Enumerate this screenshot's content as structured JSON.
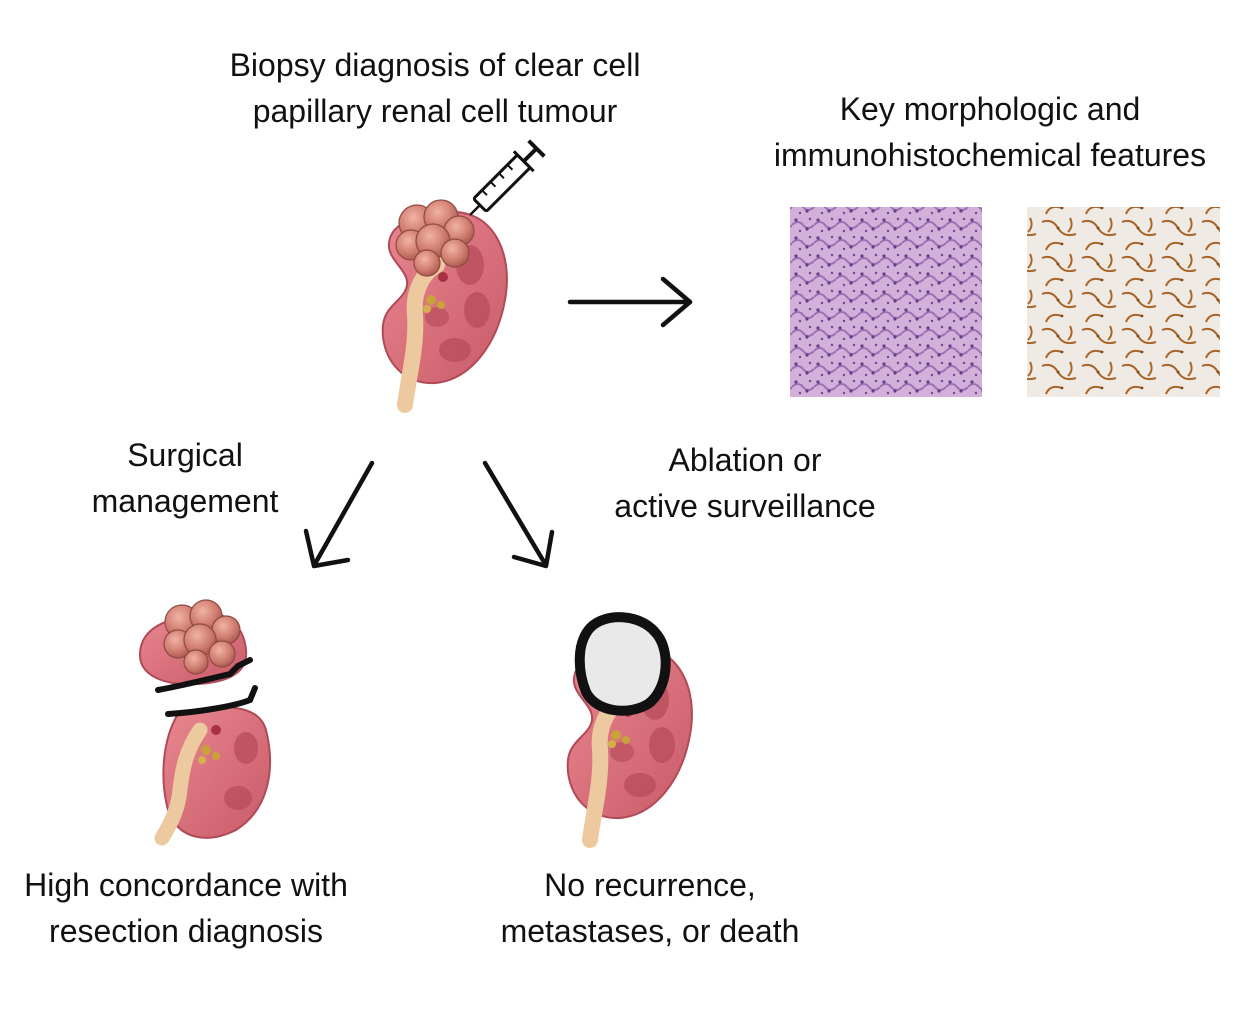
{
  "labels": {
    "biopsy": [
      "Biopsy diagnosis of clear cell",
      "papillary renal cell tumour"
    ],
    "features": [
      "Key morphologic and",
      "immunohistochemical features"
    ],
    "surgical": [
      "Surgical",
      "management"
    ],
    "ablation": [
      "Ablation or",
      "active surveillance"
    ],
    "concordance": [
      "High concordance with",
      "resection diagnosis"
    ],
    "outcome": [
      "No recurrence,",
      "metastases, or death"
    ]
  },
  "icons": {
    "kidney_top": "kidney-with-tumour-icon",
    "syringe": "syringe-icon",
    "he_stain": "he-stain-micrograph",
    "ihc_stain": "ihc-stain-micrograph",
    "kidney_resected": "resected-kidney-icon",
    "kidney_ablated": "ablated-kidney-icon"
  },
  "colors": {
    "kidney": "#d9707c",
    "kidney_dark": "#b44b59",
    "tumour": "#c7746a",
    "ureter": "#edc9a0",
    "he_bg": "#cfa7d6",
    "ihc_bg": "#ece7df",
    "ihc_line": "#a8652a",
    "ablation_fill": "#e9e9e9"
  }
}
